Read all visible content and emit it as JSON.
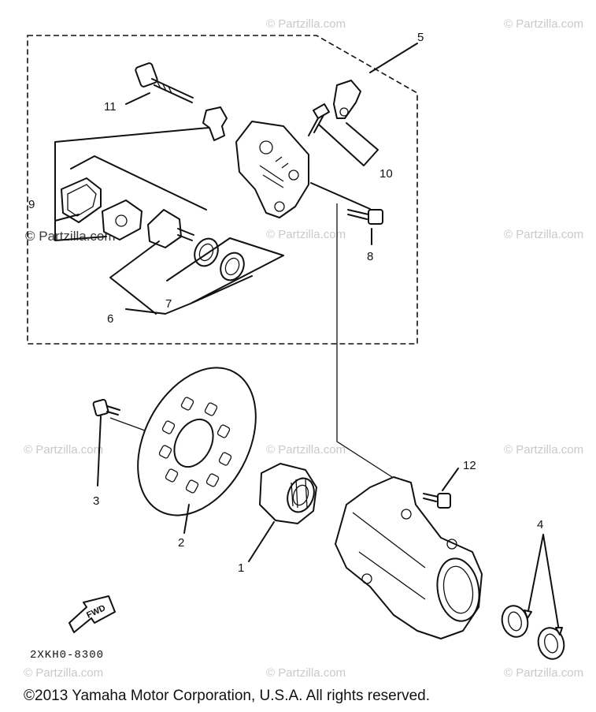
{
  "watermark": "© Partzilla.com",
  "callouts": {
    "p1": "1",
    "p2": "2",
    "p3": "3",
    "p4": "4",
    "p5": "5",
    "p6": "6",
    "p7": "7",
    "p8": "8",
    "p9": "9",
    "p10": "10",
    "p11": "11",
    "p12": "12"
  },
  "fwd_label": "FWD",
  "diagram_code": "2XKH0-8300",
  "copyright": "©2013  Yamaha Motor Corporation, U.S.A. All rights reserved."
}
